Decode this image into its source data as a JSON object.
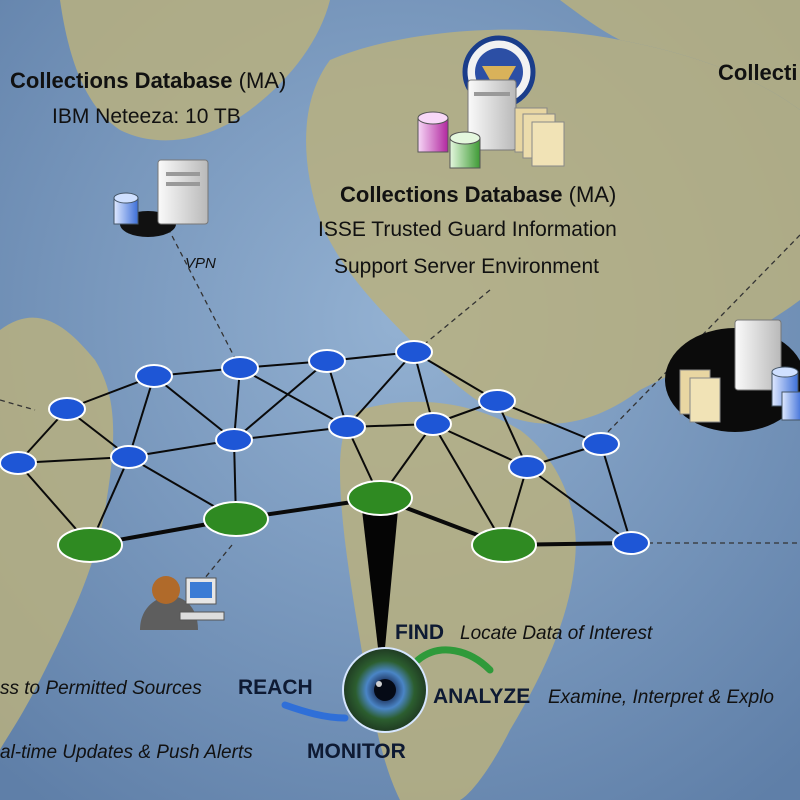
{
  "colors": {
    "ocean": "#6e8fb5",
    "land": "#b9b07f",
    "node_blue": "#1e56d6",
    "node_green": "#2f8a22",
    "edge": "#0a0a0a",
    "cycle_green": "#2f9a3a",
    "cycle_blue": "#2f6fd8"
  },
  "databases": [
    {
      "title": "Collections Database",
      "qualifier": "(MA)",
      "detail_lines": [
        "IBM Neteeza: 10 TB"
      ]
    },
    {
      "title": "Collections Database",
      "qualifier": "(MA)",
      "detail_lines": [
        "ISSE Trusted Guard Information",
        "Support Server Environment"
      ]
    },
    {
      "title": "Collecti",
      "qualifier": "",
      "detail_lines": []
    }
  ],
  "connection_label": "VPN",
  "cycle": [
    {
      "verb": "FIND",
      "description": "Locate Data of Interest"
    },
    {
      "verb": "ANALYZE",
      "description": "Examine, Interpret & Explo"
    },
    {
      "verb": "MONITOR",
      "description": "al-time Updates & Push Alerts"
    },
    {
      "verb": "REACH",
      "description": "ss to Permitted Sources"
    }
  ],
  "icons": [
    "server-icon",
    "database-cylinder-icon",
    "agency-seal-icon",
    "file-folders-icon",
    "analyst-workstation-icon",
    "eye-circuit-icon"
  ]
}
